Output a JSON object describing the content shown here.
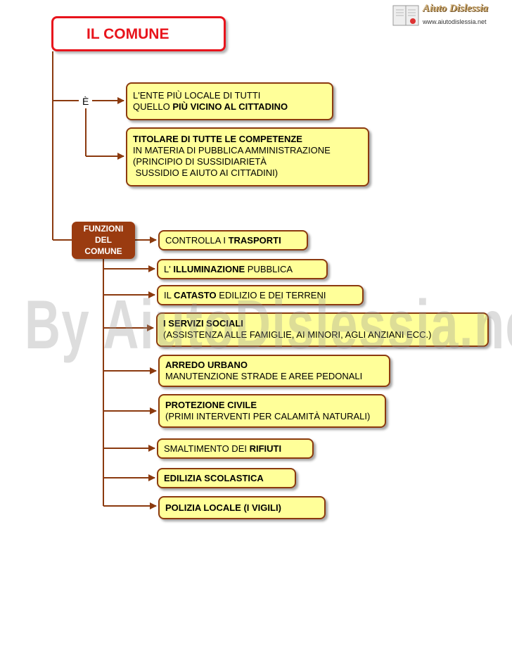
{
  "logo": {
    "brand": "Aiuto Dislessia",
    "url": "www.aiutodislessia.net"
  },
  "watermark": "By AiutoDislessia.net",
  "title": "IL COMUNE",
  "e_label": "È",
  "definition": {
    "box1": {
      "line1": "L'ENTE PIÙ LOCALE DI TUTTI",
      "line2_plain": "QUELLO ",
      "line2_bold": "PIÙ VICINO AL CITTADINO"
    },
    "box2": {
      "line1_bold": "TITOLARE DI TUTTE LE COMPETENZE",
      "line2": "IN MATERIA DI PUBBLICA AMMINISTRAZIONE",
      "line3": "(PRINCIPIO DI SUSSIDIARIETÀ",
      "line4": " SUSSIDIO E AIUTO AI CITTADINI)"
    }
  },
  "functions": {
    "header_line1": "FUNZIONI",
    "header_line2": "DEL",
    "header_line3": "COMUNE",
    "items": [
      {
        "pre": "CONTROLLA I ",
        "bold": "TRASPORTI",
        "post": ""
      },
      {
        "pre": "L' ",
        "bold": "ILLUMINAZIONE",
        "post": " PUBBLICA"
      },
      {
        "pre": "IL ",
        "bold": "CATASTO",
        "post": " EDILIZIO E DEI TERRENI"
      },
      {
        "bold": "I SERVIZI SOCIALI",
        "line2": "(ASSISTENZA ALLE FAMIGLIE, AI MINORI, AGLI ANZIANI ECC.)"
      },
      {
        "bold": "ARREDO URBANO",
        "line2": "MANUTENZIONE STRADE E AREE PEDONALI"
      },
      {
        "bold": "PROTEZIONE CIVILE",
        "line2": "(PRIMI INTERVENTI PER CALAMITÀ NATURALI)"
      },
      {
        "pre": "SMALTIMENTO DEI ",
        "bold": "RIFIUTI",
        "post": ""
      },
      {
        "pre": "",
        "bold": "EDILIZIA SCOLASTICA",
        "post": ""
      },
      {
        "pre": "",
        "bold": "POLIZIA LOCALE (I VIGILI)",
        "post": ""
      }
    ]
  },
  "colors": {
    "connector": "#8b3a0f",
    "box_fill": "#ffff99",
    "title_red": "#e8141c",
    "header_fill": "#9a3b10"
  }
}
